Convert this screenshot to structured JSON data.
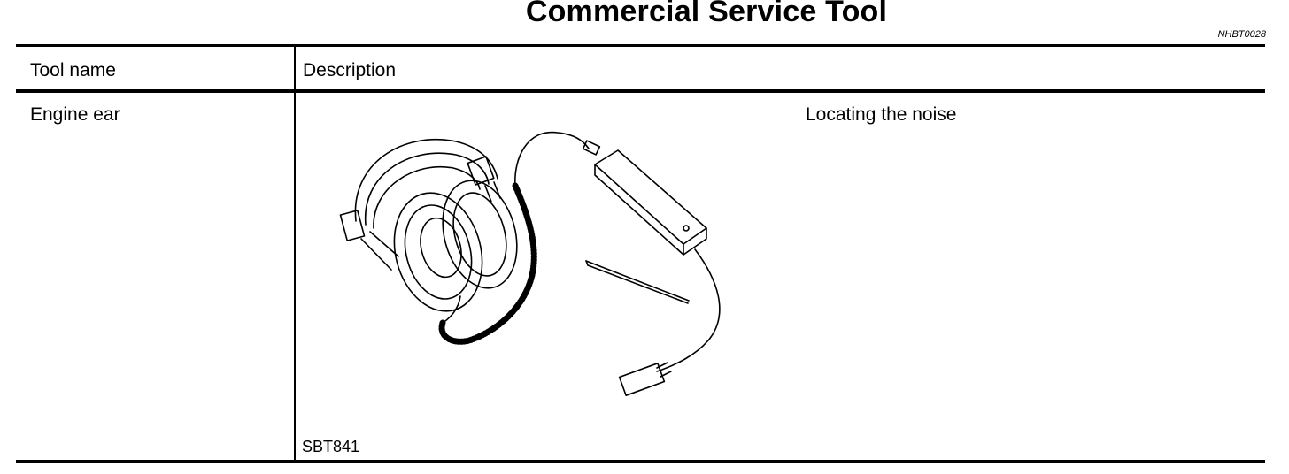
{
  "document": {
    "title": "Commercial Service Tool",
    "code": "NHBT0028"
  },
  "table": {
    "headers": [
      "Tool name",
      "Description"
    ],
    "rows": [
      {
        "tool_name": "Engine ear",
        "description": "Locating the noise",
        "figure_code": "SBT841",
        "illustration_icon": "engine-ear-headphones-probe"
      }
    ]
  }
}
